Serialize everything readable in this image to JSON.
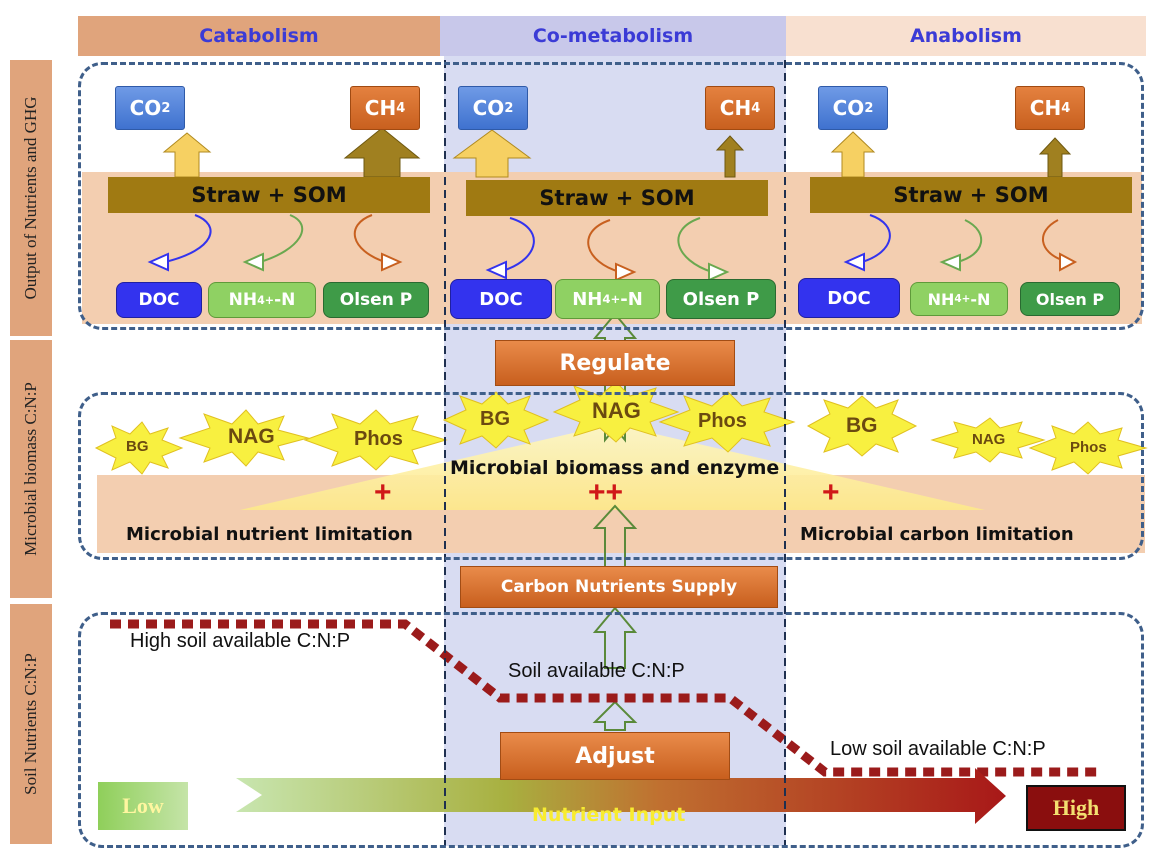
{
  "headers": {
    "catabolism": "Catabolism",
    "co_metabolism": "Co-metabolism",
    "anabolism": "Anabolism"
  },
  "side_labels": {
    "output": "Output of Nutrients and GHG",
    "microbial": "Microbial biomass C:N:P",
    "soil": "Soil Nutrients C:N:P"
  },
  "gases": {
    "co2": "CO",
    "co2_sub": "2",
    "ch4": "CH",
    "ch4_sub": "4"
  },
  "straw": "Straw + SOM",
  "nutrients": {
    "doc": "DOC",
    "nh4": "NH",
    "nh4_sub": "4",
    "nh4_sup": "+",
    "nh4_suffix": "-N",
    "olsen": "Olsen P"
  },
  "regulate": "Regulate",
  "enzymes": {
    "bg": "BG",
    "nag": "NAG",
    "phos": "Phos"
  },
  "microbial_biomass": "Microbial biomass and enzyme",
  "plus": "+",
  "plusplus": "++",
  "nutrient_limitation": "Microbial nutrient limitation",
  "carbon_limitation": "Microbial carbon limitation",
  "carbon_supply": "Carbon Nutrients Supply",
  "soil_high": "High soil available C:N:P",
  "soil_mid": "Soil available C:N:P",
  "soil_low": "Low soil available C:N:P",
  "adjust": "Adjust",
  "low": "Low",
  "high": "High",
  "nutrient_input": "Nutrient Input",
  "colors": {
    "header_text": "#3b3bd6",
    "band": "#f3ceb0",
    "co_metabolism_panel": "#d8dcf2",
    "dash": "#3f5f8a",
    "curve": "#9b1b1b",
    "plus": "#d01818"
  }
}
